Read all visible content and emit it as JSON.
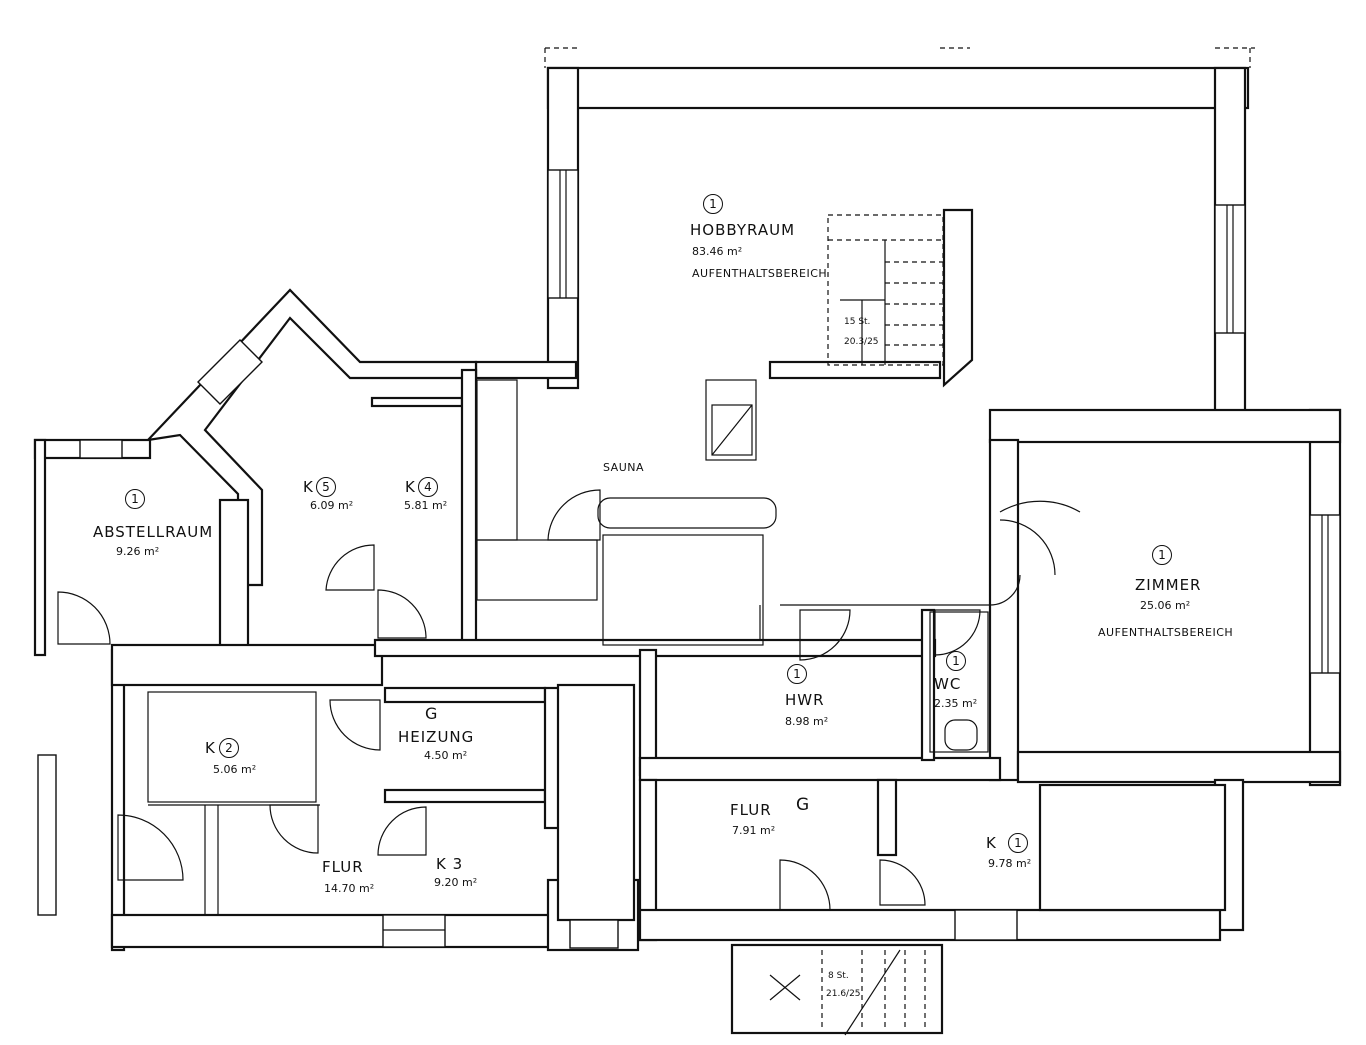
{
  "rooms": {
    "hobbyraum": {
      "num": "1",
      "name": "HOBBYRAUM",
      "area": "83.46 m²",
      "note": "AUFENTHALTSBEREICH"
    },
    "zimmer": {
      "num": "1",
      "name": "ZIMMER",
      "area": "25.06 m²",
      "note": "AUFENTHALTSBEREICH"
    },
    "sauna": {
      "name": "SAUNA"
    },
    "abstellraum": {
      "num": "1",
      "name": "ABSTELLRAUM",
      "area": "9.26 m²"
    },
    "k5": {
      "prefix": "K",
      "num": "5",
      "area": "6.09 m²"
    },
    "k4": {
      "prefix": "K",
      "num": "4",
      "area": "5.81 m²"
    },
    "k2": {
      "prefix": "K",
      "num": "2",
      "area": "5.06 m²"
    },
    "heizung": {
      "num": "G",
      "name": "HEIZUNG",
      "area": "4.50 m²"
    },
    "hwr": {
      "num": "1",
      "name": "HWR",
      "area": "8.98 m²"
    },
    "wc": {
      "num": "1",
      "name": "WC",
      "area": "2.35 m²"
    },
    "flur_west": {
      "name": "FLUR",
      "area": "14.70 m²"
    },
    "k3": {
      "name": "K 3",
      "area": "9.20 m²"
    },
    "flur_g": {
      "name": "FLUR",
      "num": "G",
      "area": "7.91 m²"
    },
    "k1": {
      "prefix": "K",
      "num": "1",
      "area": "9.78 m²"
    }
  },
  "stairs": {
    "main": {
      "line1": "15 St.",
      "line2": "20.3/25"
    },
    "entrance": {
      "line1": "8 St.",
      "line2": "21.6/25"
    }
  }
}
